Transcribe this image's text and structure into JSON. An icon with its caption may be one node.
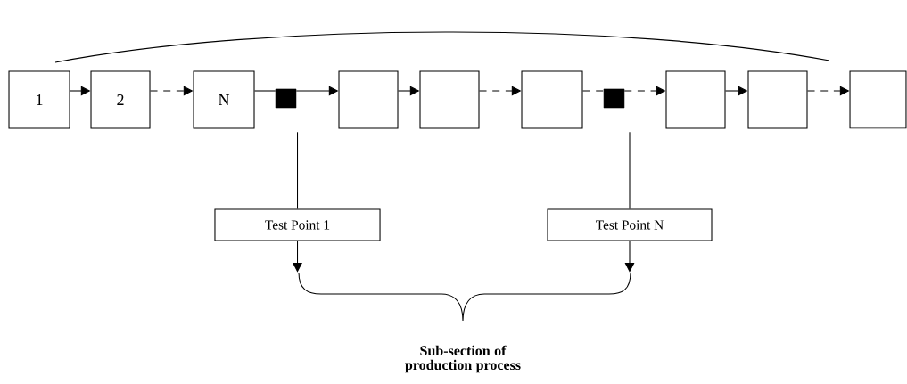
{
  "diagram": {
    "nodes": [
      {
        "text": [
          "1"
        ]
      },
      {
        "text": [
          "2"
        ]
      },
      {
        "text": [
          "N"
        ]
      },
      {
        "text": [],
        "shape": "box"
      },
      {
        "text": [],
        "shape": "box"
      },
      {
        "text": [],
        "shape": "box"
      },
      {
        "text": [],
        "shape": "box"
      },
      {
        "text": [],
        "shape": "box"
      },
      {
        "text": [],
        "shape": "box"
      },
      {
        "text": [],
        "shape": "box"
      },
      {
        "text": [],
        "shape": "box"
      },
      {
        "text": [
          "Test Point 1"
        ]
      },
      {
        "text": [
          "Test Point N"
        ]
      },
      {
        "text": [],
        "shape": "bracket"
      }
    ],
    "edges": [
      {
        "from": 0,
        "to": 1,
        "arrow": "to"
      },
      {
        "from": 1,
        "to": 2,
        "arrow": "to",
        "style": "dashed"
      },
      {
        "from": 2,
        "to": 3,
        "arrow": "none"
      },
      {
        "from": 3,
        "to": 4,
        "arrow": "to"
      },
      {
        "from": 4,
        "to": 5,
        "arrow": "to"
      },
      {
        "from": 5,
        "to": 6,
        "arrow": "to",
        "style": "dashed"
      },
      {
        "from": 6,
        "to": 7,
        "arrow": "none",
        "style": "dashed"
      },
      {
        "from": 7,
        "to": 8,
        "arrow": "to",
        "style": "dashed"
      },
      {
        "from": 8,
        "to": 9,
        "arrow": "to"
      },
      {
        "from": 9,
        "to": 10,
        "arrow": "to",
        "style": "dashed"
      },
      {
        "from": 3,
        "to": 11,
        "arrow": "none"
      },
      {
        "from": 7,
        "to": 12,
        "arrow": "none"
      },
      {
        "from": 11,
        "to": 13,
        "arrow": "to"
      },
      {
        "from": 12,
        "to": 13,
        "arrow": "to"
      }
    ],
    "labels": [
      "Sub-section of production process"
    ]
  }
}
